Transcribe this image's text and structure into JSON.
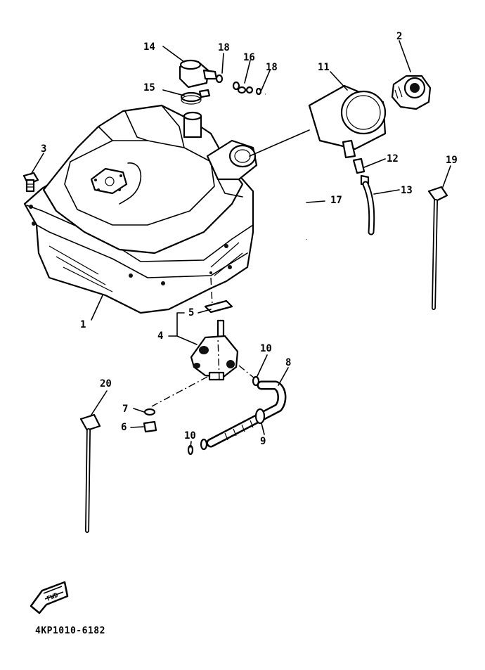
{
  "diagram": {
    "callouts": {
      "c1": "1",
      "c2": "2",
      "c3": "3",
      "c4": "4",
      "c5": "5",
      "c6": "6",
      "c7": "7",
      "c8": "8",
      "c9": "9",
      "c10a": "10",
      "c10b": "10",
      "c11": "11",
      "c12": "12",
      "c13": "13",
      "c14": "14",
      "c15": "15",
      "c16": "16",
      "c17": "17",
      "c18a": "18",
      "c18b": "18",
      "c19": "19",
      "c20": "20"
    },
    "front_arrow_label": "FWD",
    "drawing_code": "4KP1010-6182"
  }
}
